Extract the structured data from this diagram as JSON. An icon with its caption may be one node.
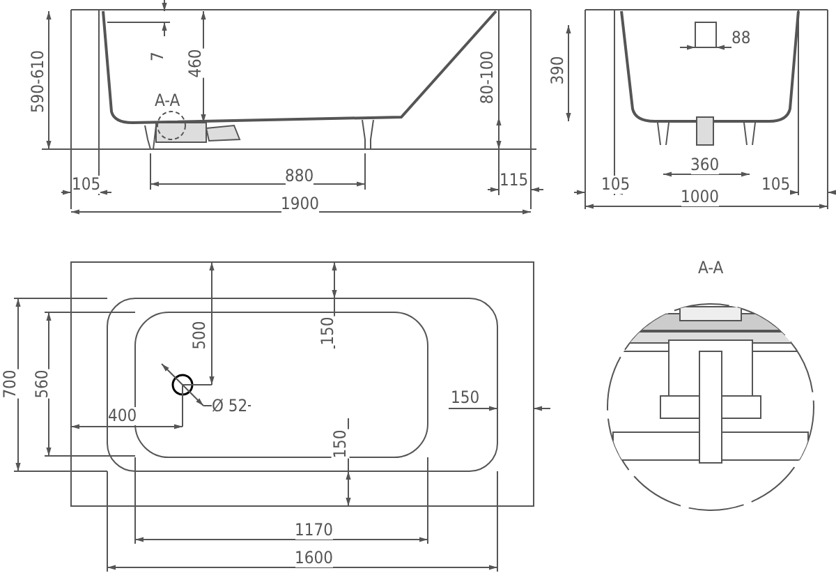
{
  "diagram": {
    "labels": [
      "590-610",
      "7",
      "460",
      "A-A",
      "80-100",
      "880",
      "105",
      "115",
      "1900",
      "88",
      "390",
      "360",
      "105",
      "105",
      "1000",
      "700",
      "560",
      "500",
      "150",
      "Ø 52",
      "400",
      "150",
      "150",
      "1170",
      "1600",
      "A-A"
    ]
  }
}
